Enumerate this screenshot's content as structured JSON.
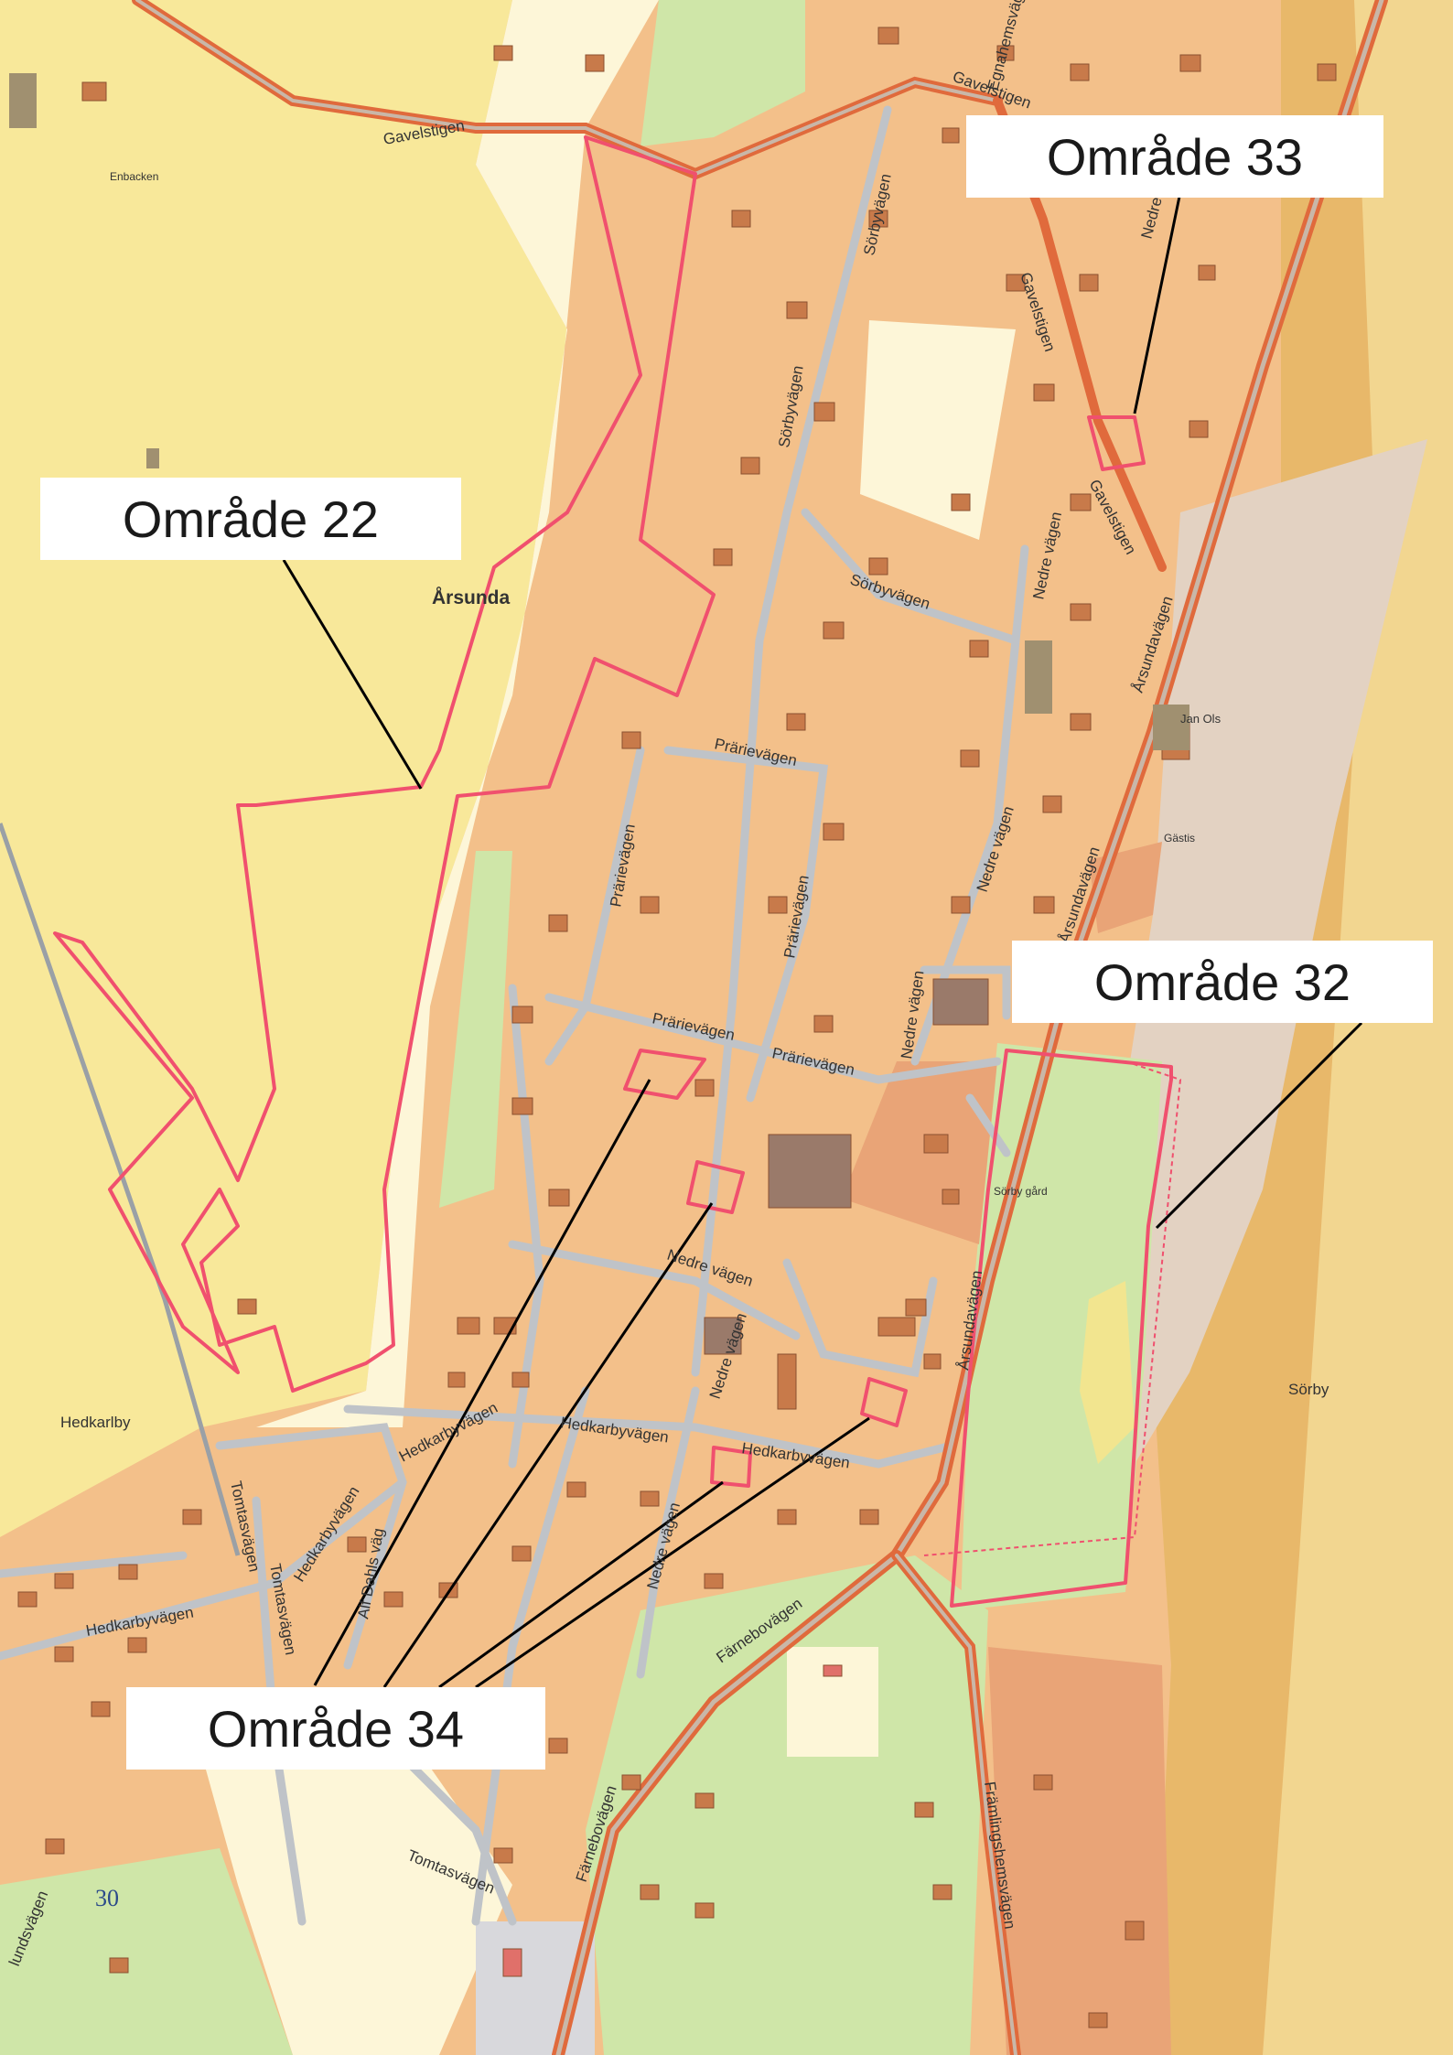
{
  "labels": {
    "area22": "Område 22",
    "area32": "Område 32",
    "area33": "Område 33",
    "area34": "Område 34"
  },
  "places": {
    "arsunda": "Årsunda",
    "enbacken": "Enbacken",
    "hedkarlby": "Hedkarlby",
    "sorby": "Sörby",
    "sorby_gard": "Sörby gård",
    "jan_ols": "Jan Ols",
    "gastis": "Gästis"
  },
  "roads": {
    "gavelstigen": "Gavelstigen",
    "sorbyvagen": "Sörbyvägen",
    "prarievagen": "Prärievägen",
    "nedre_vagen": "Nedre vägen",
    "arsundavagen": "Årsundavägen",
    "hedkarbyvagen": "Hedkarbyvägen",
    "tomtasvagen": "Tomtasvägen",
    "farnebovagen": "Färnebovägen",
    "framlingshemsvagen": "Främlingshemsvägen",
    "egnahemsvagen": "Egnahemsvägen",
    "alf_dahls_vag": "Alf Dahls väg",
    "lundsvagen": "lundsvägen"
  },
  "page_number": "30",
  "colors": {
    "residential": "#f3c08a",
    "farmland": "#f8e89a",
    "green": "#cfe6a8",
    "open": "#fdf6d8",
    "arable_brown": "#e8b86a",
    "highlight": "#f0506e",
    "road_main": "#e06a3c",
    "road_local": "#bfc3c8",
    "building": "#c87a4a"
  }
}
